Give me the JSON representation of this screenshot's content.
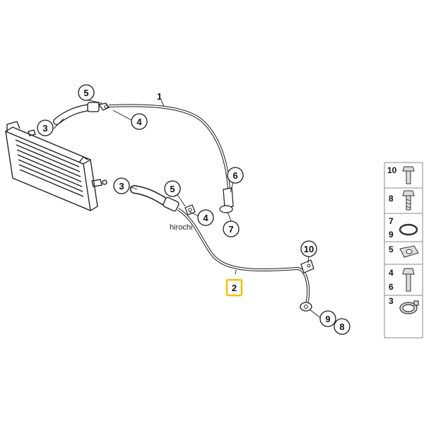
{
  "callouts": {
    "c1": "1",
    "c2": "2",
    "c3a": "3",
    "c3b": "3",
    "c4a": "4",
    "c4b": "4",
    "c5a": "5",
    "c5b": "5",
    "c6": "6",
    "c7": "7",
    "c8": "8",
    "c9": "9",
    "c10": "10"
  },
  "watermark": "hirochi",
  "legend": {
    "r1": [
      "10"
    ],
    "r2": [
      "8"
    ],
    "r3": [
      "7",
      "9"
    ],
    "r4": [
      "5"
    ],
    "r5": [
      "4",
      "6"
    ],
    "r6": [
      "3"
    ]
  },
  "colors": {
    "line": "#1a1a1a",
    "highlight": "#f2c200"
  }
}
